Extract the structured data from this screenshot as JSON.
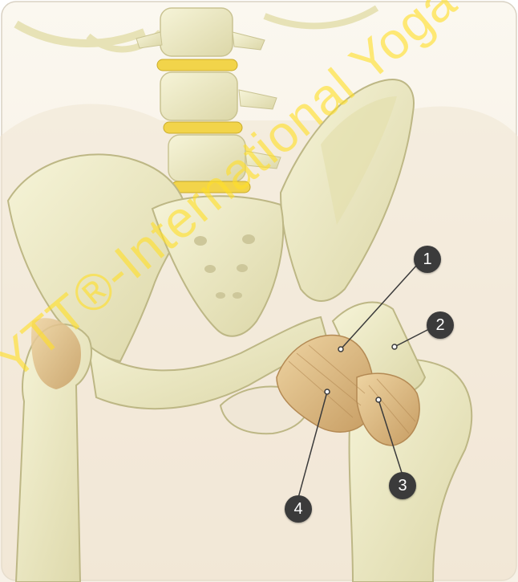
{
  "figure": {
    "watermark": "YTT®-International Yoga Te",
    "markers": [
      "1",
      "2",
      "3",
      "4"
    ],
    "colors": {
      "background": "#f7f1e6",
      "bone": "#eeeac0",
      "bone_shadow": "#d8d3a3",
      "disc": "#f2d44a",
      "muscle": "#e2c28a",
      "muscle_dark": "#c9a36a",
      "marker": "#3b3b3b",
      "watermark": "#ffdf28"
    }
  }
}
